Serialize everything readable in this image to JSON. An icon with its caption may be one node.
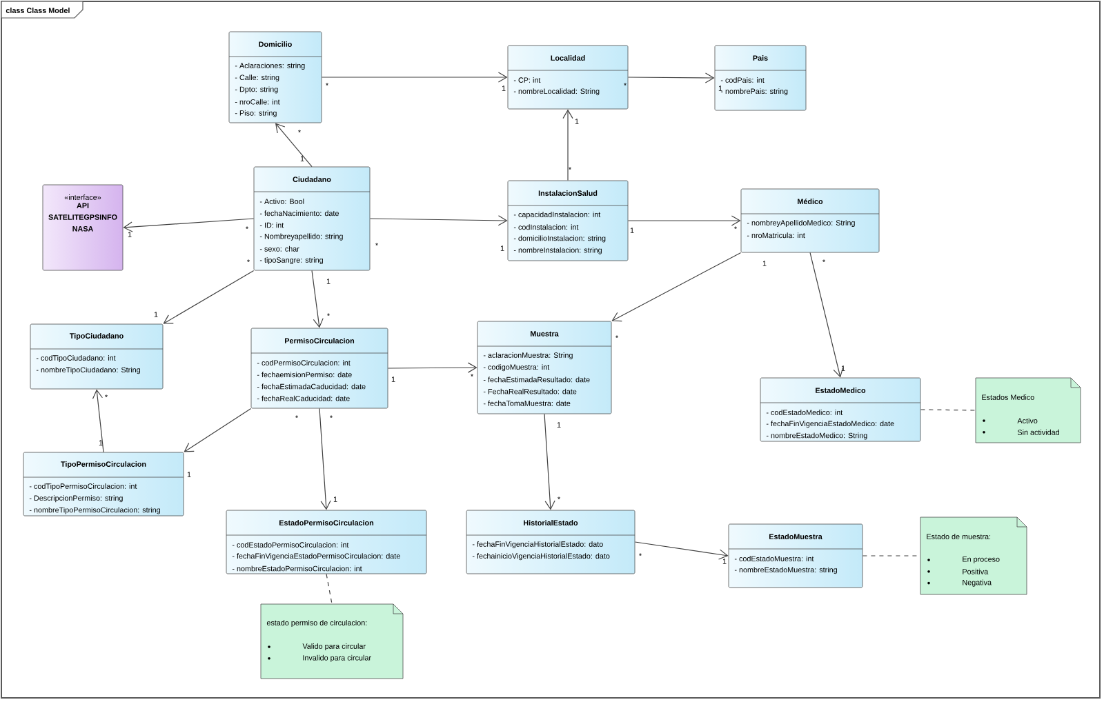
{
  "diagram": {
    "title": "class Class Model",
    "nodes": [
      {
        "text": [
          "Domicilio",
          "- Aclaraciones: string",
          "- Calle: string",
          "- Dpto: string",
          "- nroCalle: int",
          "- Piso: string"
        ]
      },
      {
        "text": [
          "Localidad",
          "- CP: int",
          "- nombreLocalidad: String"
        ]
      },
      {
        "text": [
          "Pais",
          "- codPais: int",
          "- nombrePais: string"
        ]
      },
      {
        "text": [
          "«interface»",
          "API SATELITEGPSINFO NASA"
        ]
      },
      {
        "text": [
          "Ciudadano",
          "- Activo: Bool",
          "- fechaNacimiento: date",
          "- ID: int",
          "- Nombreyapellido: string",
          "- sexo: char",
          "- tipoSangre: string"
        ]
      },
      {
        "text": [
          "InstalacionSalud",
          "- capacidadInstalacion: int",
          "- codInstalacion: int",
          "- domicilioInstalacion: string",
          "- nombreInstalacion: string"
        ]
      },
      {
        "text": [
          "Médico",
          "- nombreyApellidoMedico: String",
          "- nroMatricula: int"
        ]
      },
      {
        "text": [
          "TipoCiudadano",
          "- codTipoCiudadano: int",
          "- nombreTipoCiudadano: String"
        ]
      },
      {
        "text": [
          "PermisoCirculacion",
          "- codPermisoCirculacion: int",
          "- fechaemisionPermiso: date",
          "- fechaEstimadaCaducidad: date",
          "- fechaRealCaducidad: date"
        ]
      },
      {
        "text": [
          "Muestra",
          "- aclaracionMuestra: String",
          "- codigoMuestra: int",
          "- fechaEstimadaResultado: date",
          "- FechaRealResultado: date",
          "- fechaTomaMuestra: date"
        ]
      },
      {
        "text": [
          "EstadoMedico",
          "- codEstadoMedico: int",
          "- fechaFinVigenciaEstadoMedico: date",
          "- nombreEstadoMedico: String"
        ]
      },
      {
        "text": [
          "Estados Medico",
          "Activo",
          "Sin actividad"
        ]
      },
      {
        "text": [
          "TipoPermisoCirculacion",
          "- codTipoPermisoCirculacion: int",
          "- DescripcionPermiso: string",
          "- nombreTipoPermisoCirculacion: string"
        ]
      },
      {
        "text": [
          "EstadoPermisoCirculacion",
          "- codEstadoPermisoCirculacion: int",
          "- fechaFinVigenciaEstadoPermisoCirculacion: date",
          "- nombreEstadoPermisoCirculacion: int"
        ]
      },
      {
        "text": [
          "HistorialEstado",
          "- fechaFinVigenciaHistorialEstado: dato",
          "- fechainicioVigenciaHistorialEstado: dato"
        ]
      },
      {
        "text": [
          "EstadoMuestra",
          "- codEstadoMuestra: int",
          "- nombreEstadoMuestra: string"
        ]
      },
      {
        "text": [
          "Estado de muestra:",
          "En proceso",
          "Positiva",
          "Negativa"
        ]
      },
      {
        "text": [
          "estado permiso de circulacion:",
          "Valido para circular",
          "Invalido para circular"
        ]
      }
    ],
    "edges": [
      {
        "from": 0,
        "to": 1,
        "arrow": "to"
      },
      {
        "from": 1,
        "to": 2,
        "arrow": "to"
      },
      {
        "from": 4,
        "to": 0,
        "arrow": "to"
      },
      {
        "from": 4,
        "to": 3,
        "arrow": "to"
      },
      {
        "from": 4,
        "to": 5,
        "arrow": "to"
      },
      {
        "from": 4,
        "to": 7,
        "arrow": "to"
      },
      {
        "from": 4,
        "to": 8,
        "arrow": "to"
      },
      {
        "from": 5,
        "to": 1,
        "arrow": "to"
      },
      {
        "from": 5,
        "to": 6,
        "arrow": "to"
      },
      {
        "from": 8,
        "to": 9,
        "arrow": "to"
      },
      {
        "from": 8,
        "to": 12,
        "arrow": "to"
      },
      {
        "from": 8,
        "to": 13,
        "arrow": "to"
      },
      {
        "from": 12,
        "to": 7,
        "arrow": "to"
      },
      {
        "from": 6,
        "to": 9,
        "arrow": "to"
      },
      {
        "from": 6,
        "to": 10,
        "arrow": "to"
      },
      {
        "from": 9,
        "to": 14,
        "arrow": "to"
      },
      {
        "from": 14,
        "to": 15,
        "arrow": "to"
      },
      {
        "from": 10,
        "to": 11,
        "arrow": "none",
        "style": "dashed"
      },
      {
        "from": 15,
        "to": 16,
        "arrow": "none",
        "style": "dashed"
      },
      {
        "from": 13,
        "to": 17,
        "arrow": "none",
        "style": "dashed"
      }
    ],
    "labels": [
      "*",
      "1",
      "*",
      "1",
      "1",
      "*",
      "*",
      "1",
      "*",
      "1",
      "*",
      "1",
      "1",
      "*",
      "*",
      "1",
      "1",
      "*",
      "1",
      "*",
      "*",
      "1",
      "*",
      "1",
      "1",
      "*",
      "1",
      "*",
      "*",
      "1",
      "1",
      "*",
      "*",
      "1"
    ]
  }
}
